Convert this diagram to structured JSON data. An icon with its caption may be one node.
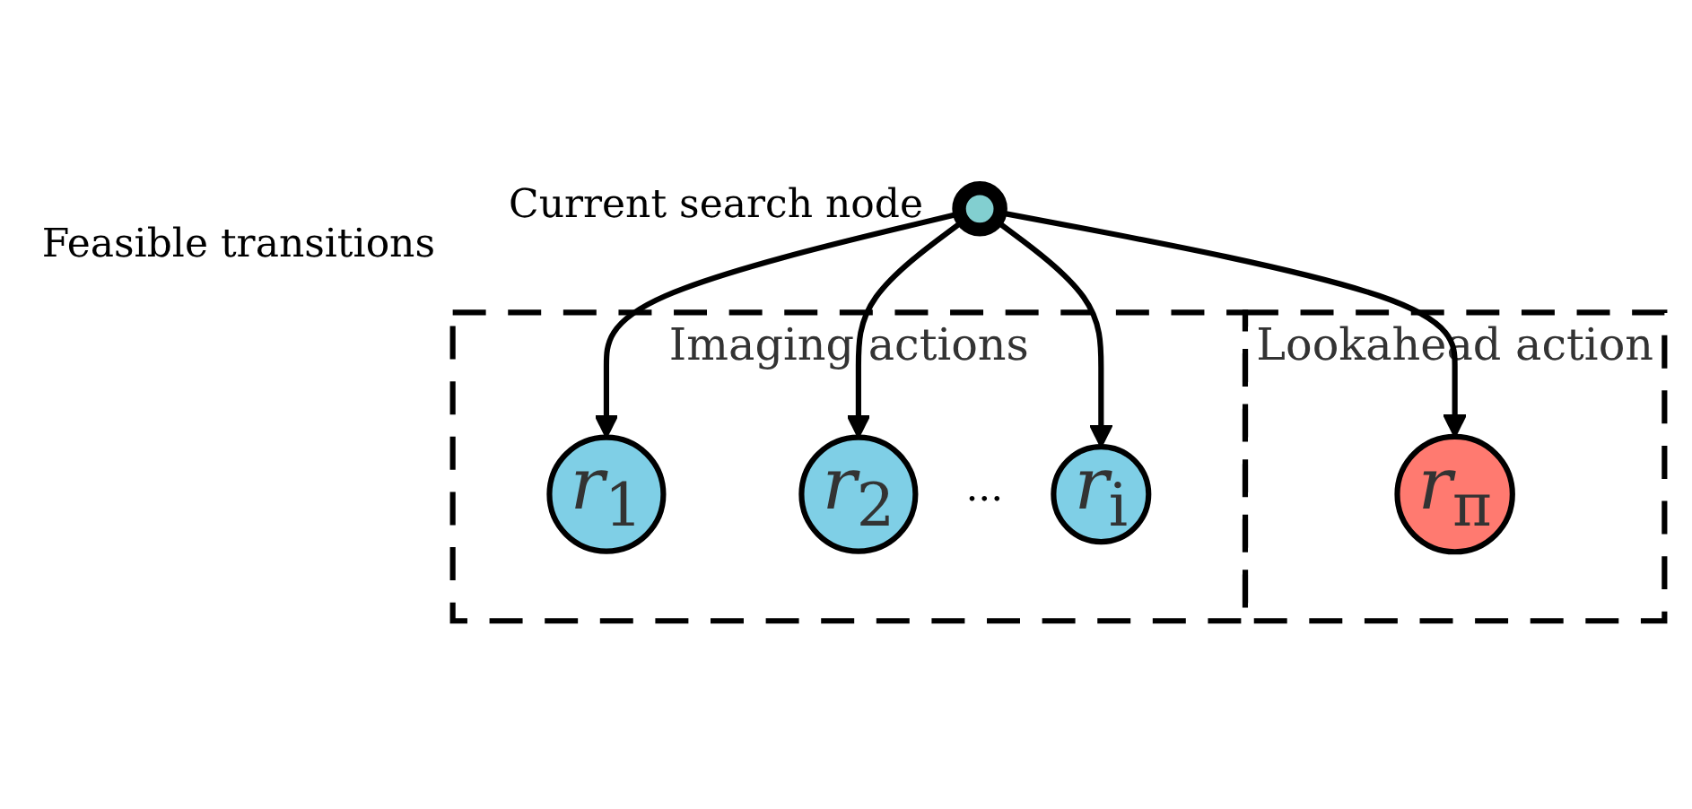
{
  "diagram": {
    "nodes": [
      {
        "text": [],
        "shape": "circle",
        "beside": [
          "Current search node"
        ]
      },
      {
        "text": [
          "Imaging actions"
        ]
      },
      {
        "text": [
          "*r*$_{1}$"
        ],
        "in": 1
      },
      {
        "text": [
          "*r*$_{2}$"
        ],
        "in": 1
      },
      {
        "text": [
          "*r*$_{i}$"
        ],
        "in": 1
      },
      {
        "text": [
          "Lookahead action"
        ]
      },
      {
        "text": [
          "*r*$_{π}$"
        ],
        "in": 5
      }
    ],
    "edges": [
      {
        "from": 0,
        "to": 2,
        "arrow": "to"
      },
      {
        "from": 0,
        "to": 3,
        "arrow": "to"
      },
      {
        "from": 0,
        "to": 4,
        "arrow": "to"
      },
      {
        "from": 0,
        "to": 6,
        "arrow": "to"
      }
    ],
    "labels": [
      "Feasible transitions",
      "..."
    ]
  }
}
